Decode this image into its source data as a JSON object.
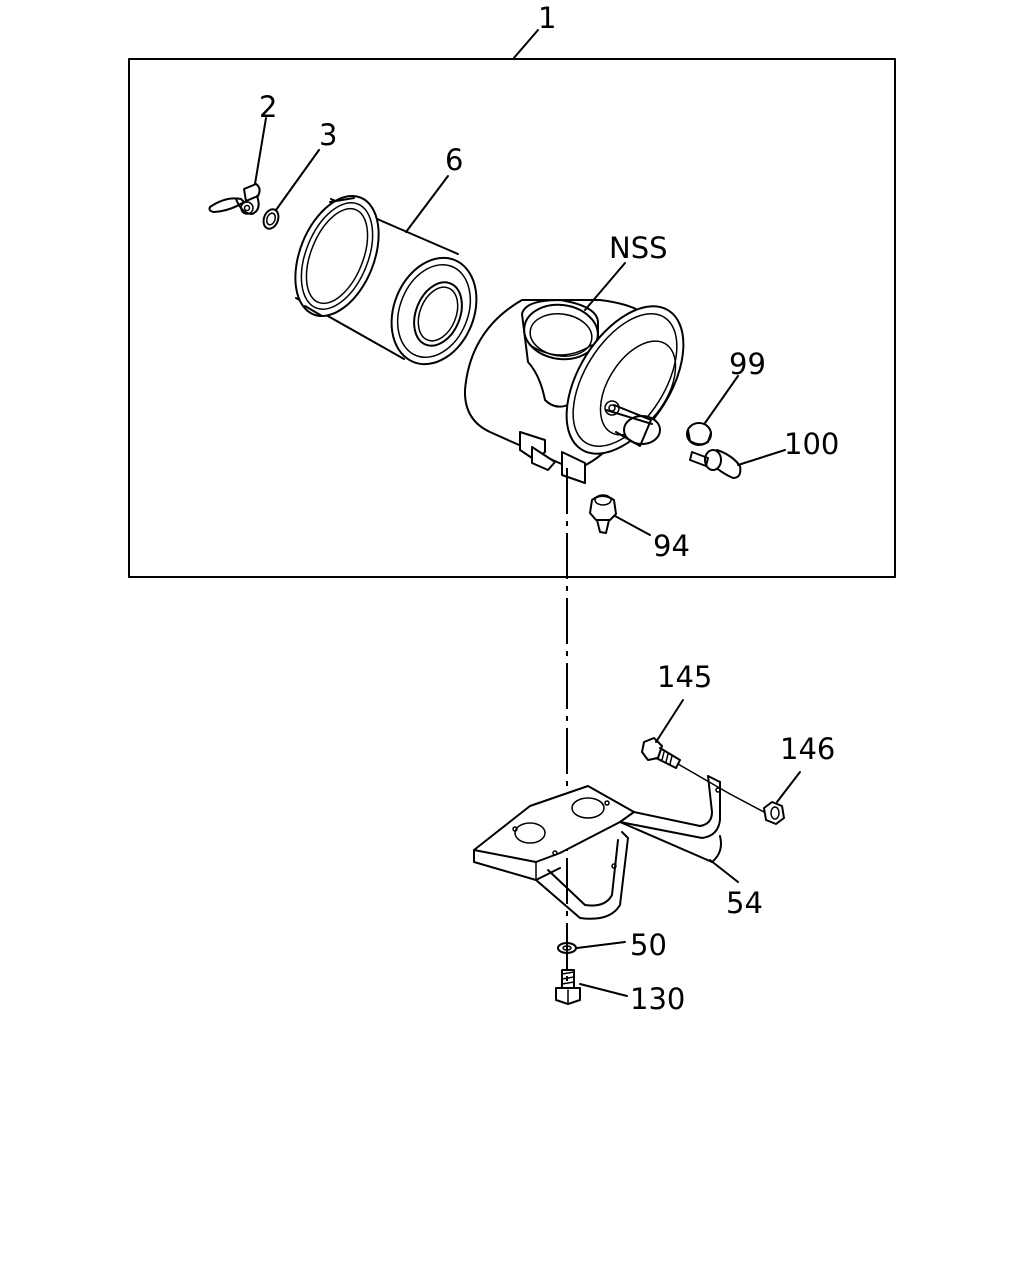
{
  "diagram": {
    "callouts": {
      "assembly": "1",
      "wing_bolt": "2",
      "washer_small": "3",
      "filter_element": "6",
      "housing": "NSS",
      "cap": "99",
      "valve": "100",
      "indicator": "94",
      "bolt_upper": "145",
      "nut": "146",
      "bracket": "54",
      "washer": "50",
      "bolt_lower": "130"
    },
    "colors": {
      "line": "#000000",
      "background": "#ffffff"
    }
  }
}
